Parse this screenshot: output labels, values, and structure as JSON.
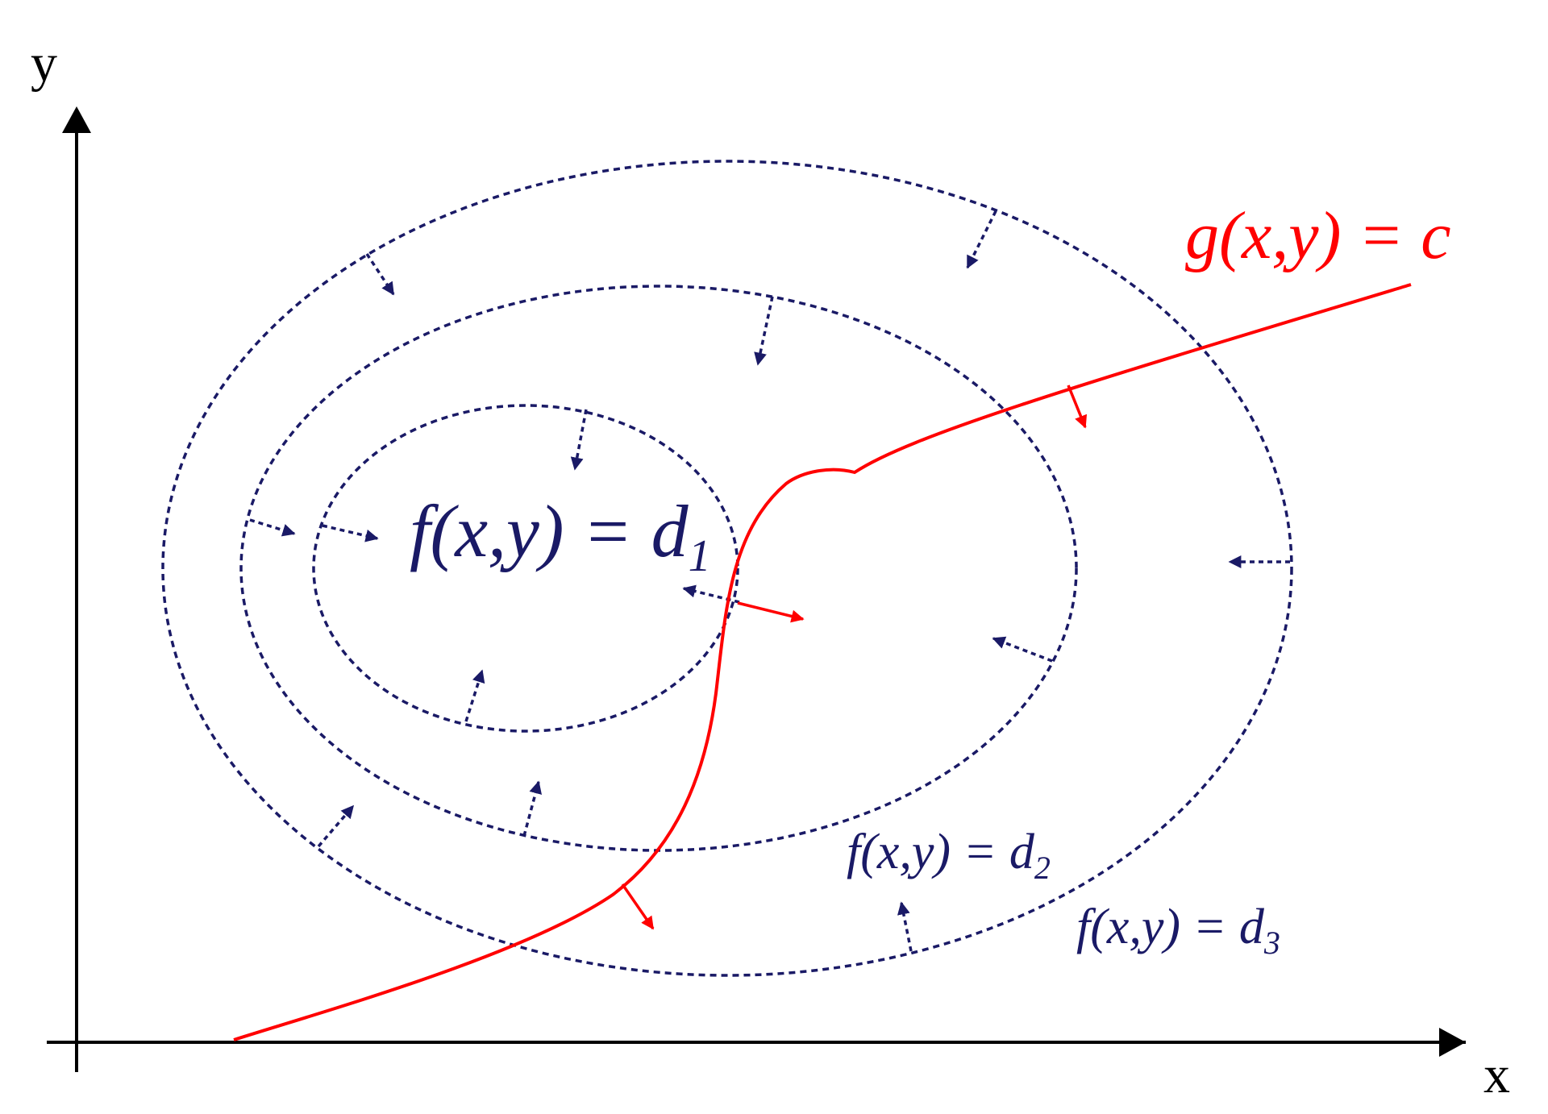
{
  "axes": {
    "x_label": "x",
    "y_label": "y"
  },
  "constraint": {
    "label": "g(x,y) = c",
    "color": "#ff0000"
  },
  "contours": [
    {
      "name": "inner",
      "label_main": "f(x,y) = d",
      "label_sub": "1"
    },
    {
      "name": "middle",
      "label_main": "f(x,y) = d",
      "label_sub": "2"
    },
    {
      "name": "outer",
      "label_main": "f(x,y) = d",
      "label_sub": "3"
    }
  ],
  "colors": {
    "contour": "#1a1a66",
    "constraint": "#ff0000",
    "axis": "#000000"
  }
}
